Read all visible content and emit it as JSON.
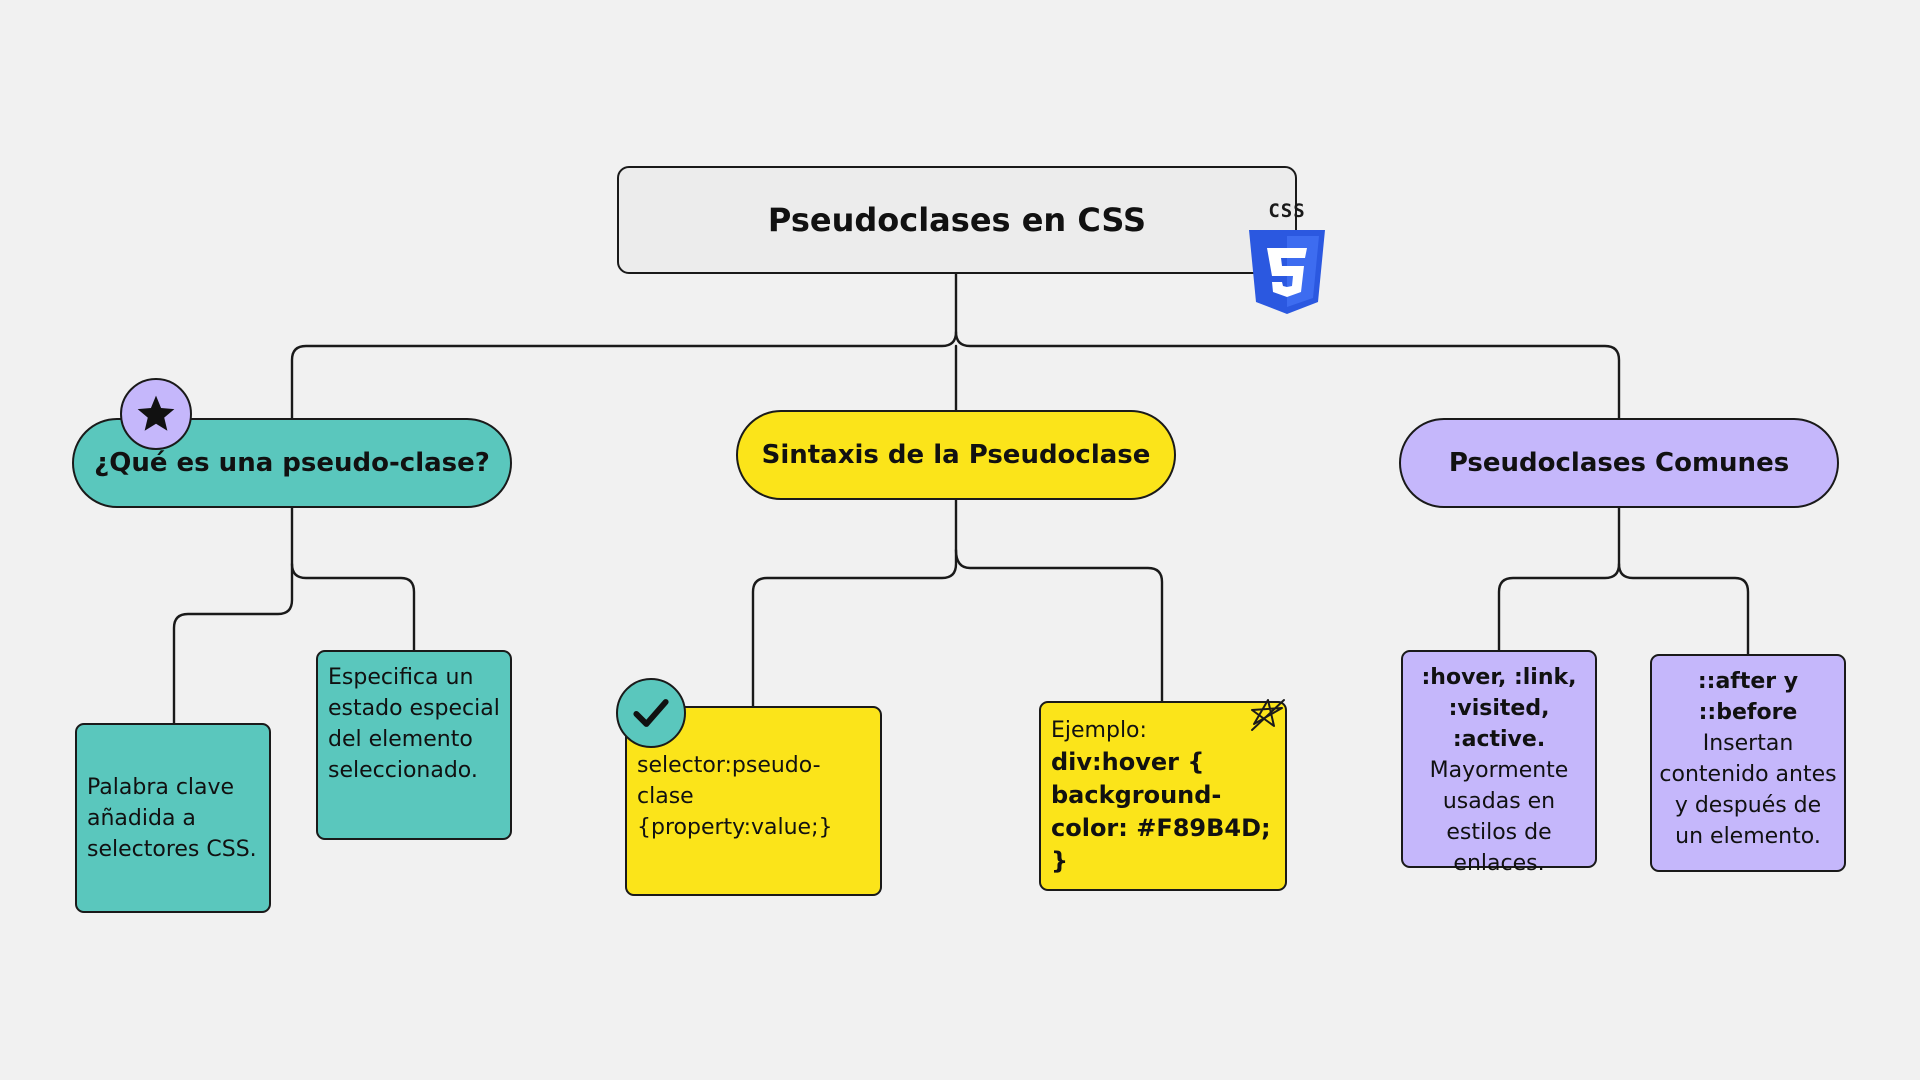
{
  "title": "Pseudoclases en CSS",
  "logo": {
    "text": "CSS",
    "color": "#2b58e0"
  },
  "colors": {
    "background": "#f1f1f1",
    "teal": "#5ac7bd",
    "yellow": "#fbe41a",
    "purple": "#c5b7fb"
  },
  "branches": [
    {
      "title": "¿Qué es una pseudo-clase?",
      "icon": "star-icon",
      "cards": [
        "Palabra clave añadida a selectores CSS.",
        "Especifica un estado especial del elemento seleccionado."
      ]
    },
    {
      "title": "Sintaxis de la Pseudoclase",
      "cards": [
        {
          "text": "selector:pseudo-clase {property:value;}",
          "icon": "checkmark-icon"
        },
        {
          "label": "Ejemplo:",
          "code": "div:hover { background-color: #F89B4D; }",
          "icon": "star-doodle-icon"
        }
      ]
    },
    {
      "title": "Pseudoclases Comunes",
      "cards": [
        {
          "heading": ":hover, :link, :visited, :active.",
          "text": "Mayormente usadas en estilos de enlaces."
        },
        {
          "heading": "::after y ::before",
          "text": "Insertan contenido antes y después de un elemento."
        }
      ]
    }
  ]
}
